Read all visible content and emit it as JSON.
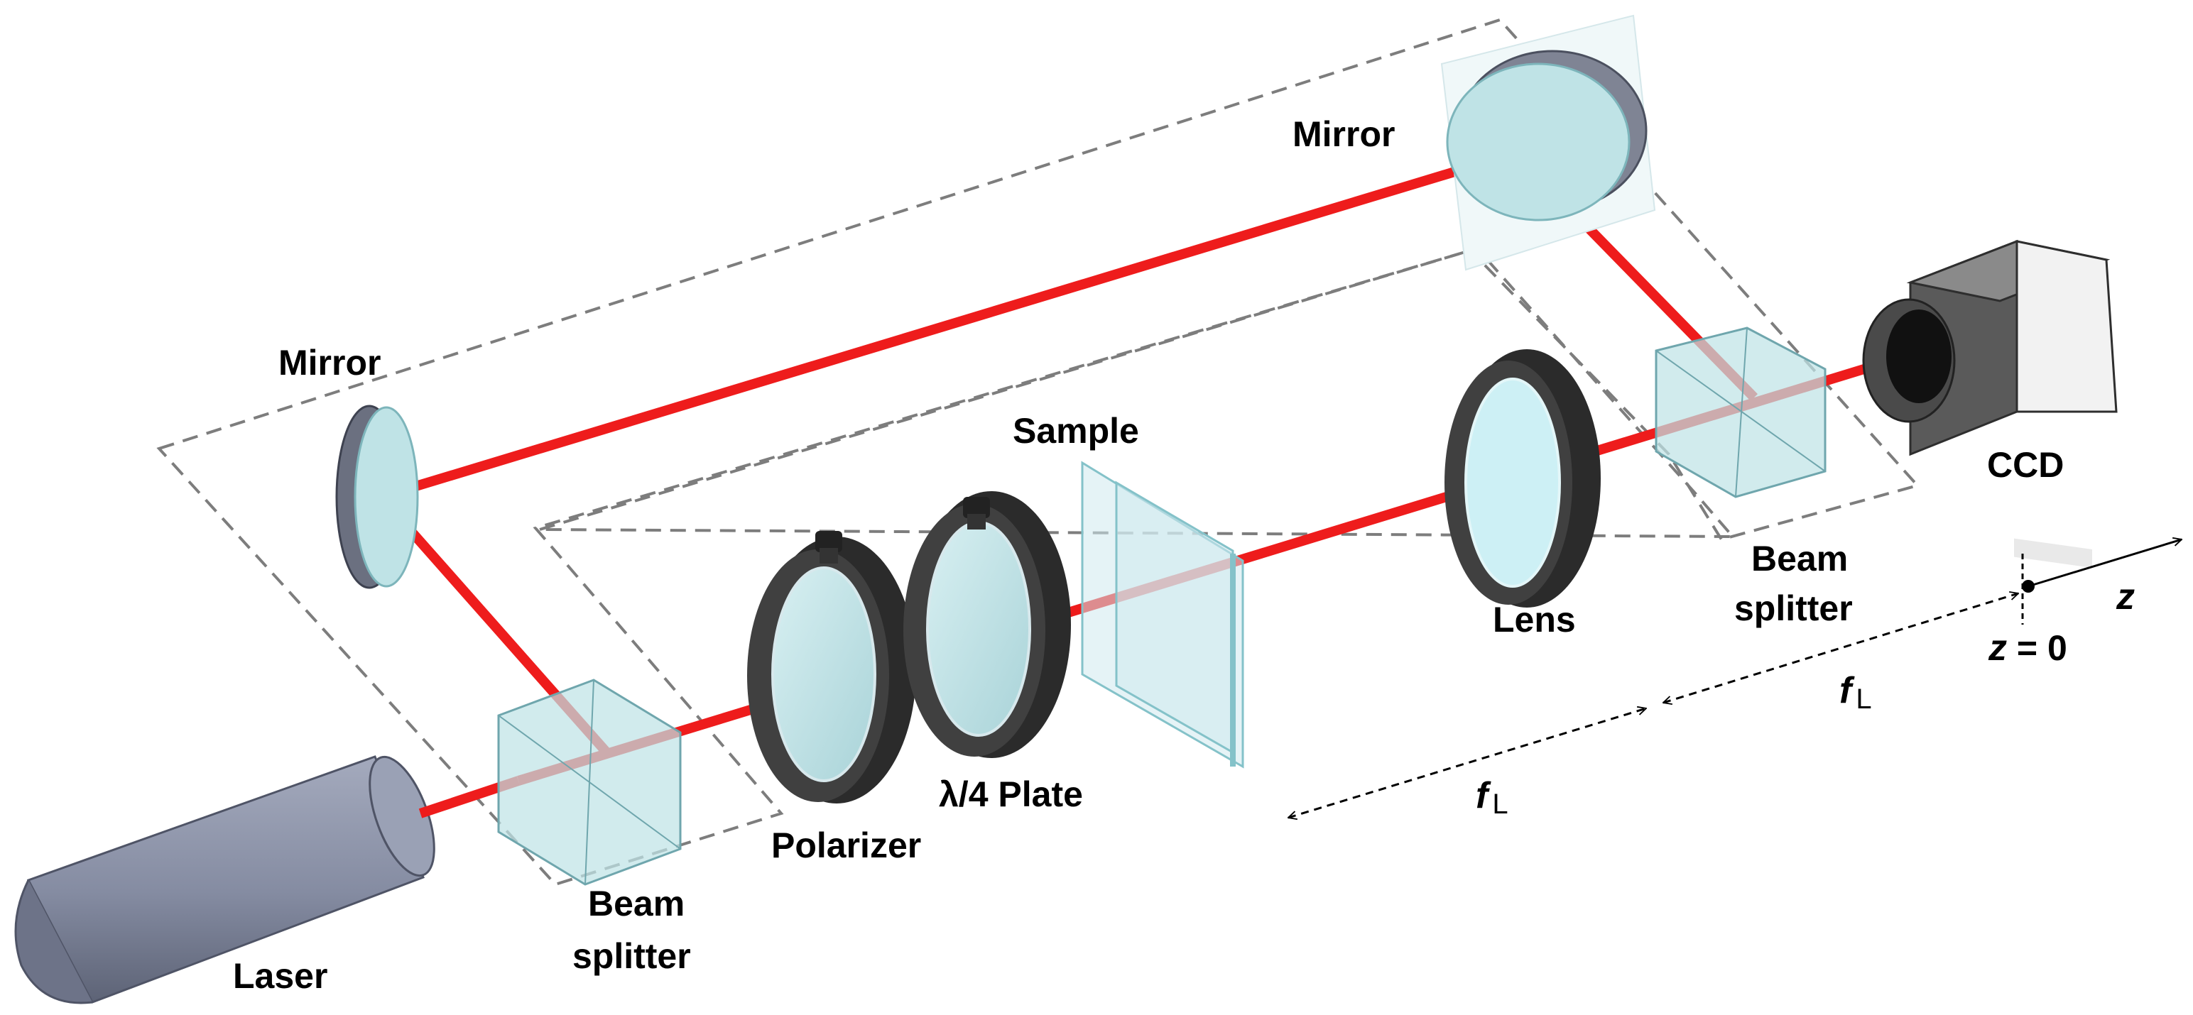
{
  "labels": {
    "mirror_top": "Mirror",
    "mirror_left": "Mirror",
    "sample": "Sample",
    "ccd": "CCD",
    "lens": "Lens",
    "beam_splitter_right_1": "Beam",
    "beam_splitter_right_2": "splitter",
    "beam_splitter_left_1": "Beam",
    "beam_splitter_left_2": "splitter",
    "polarizer": "Polarizer",
    "quarter_wave_plate": "λ/4 Plate",
    "laser": "Laser",
    "z_axis": "z",
    "z_origin_var": "z",
    "z_origin_value": " = 0",
    "focal_1_var": "f",
    "focal_1_sub": "L",
    "focal_2_var": "f",
    "focal_2_sub": "L"
  },
  "colors": {
    "beam": "#ee1c1c",
    "optic_glass": "#bde3e6",
    "mount_dark": "#2b2b2b",
    "laser_body": "#8890a6",
    "plate_outline": "#7d7d7d"
  }
}
